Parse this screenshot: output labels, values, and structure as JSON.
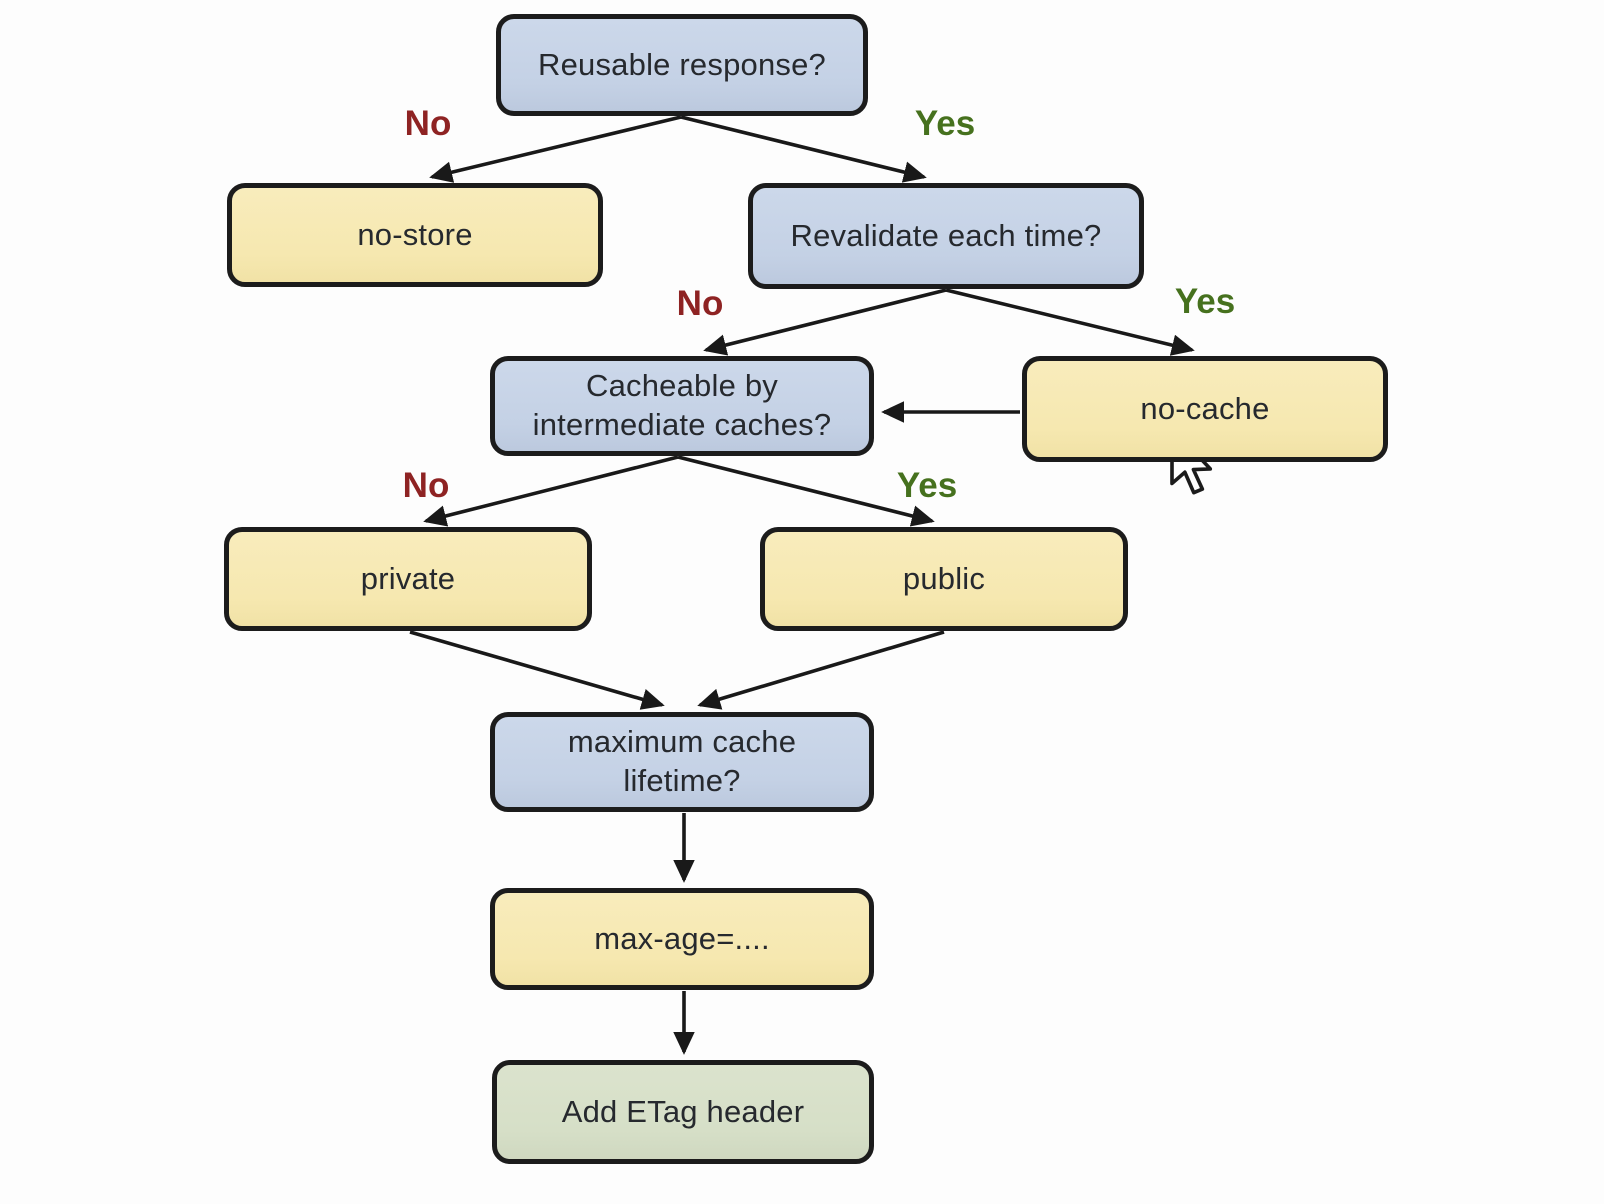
{
  "diagram": {
    "type": "flowchart",
    "nodes": {
      "reusable": {
        "label": "Reusable response?",
        "kind": "question"
      },
      "no_store": {
        "label": "no-store",
        "kind": "directive"
      },
      "revalidate": {
        "label": "Revalidate each time?",
        "kind": "question"
      },
      "cacheable": {
        "label": "Cacheable by\nintermediate caches?",
        "kind": "question"
      },
      "no_cache": {
        "label": "no-cache",
        "kind": "directive"
      },
      "private": {
        "label": "private",
        "kind": "directive"
      },
      "public": {
        "label": "public",
        "kind": "directive"
      },
      "max_lifetime": {
        "label": "maximum cache\nlifetime?",
        "kind": "question"
      },
      "max_age": {
        "label": "max-age=....",
        "kind": "directive"
      },
      "etag": {
        "label": "Add ETag header",
        "kind": "action"
      }
    },
    "edge_labels": {
      "no": "No",
      "yes": "Yes"
    },
    "edges": [
      {
        "from": "reusable",
        "to": "no_store",
        "label": "No"
      },
      {
        "from": "reusable",
        "to": "revalidate",
        "label": "Yes"
      },
      {
        "from": "revalidate",
        "to": "cacheable",
        "label": "No"
      },
      {
        "from": "revalidate",
        "to": "no_cache",
        "label": "Yes"
      },
      {
        "from": "no_cache",
        "to": "cacheable",
        "label": ""
      },
      {
        "from": "cacheable",
        "to": "private",
        "label": "No"
      },
      {
        "from": "cacheable",
        "to": "public",
        "label": "Yes"
      },
      {
        "from": "private",
        "to": "max_lifetime",
        "label": ""
      },
      {
        "from": "public",
        "to": "max_lifetime",
        "label": ""
      },
      {
        "from": "max_lifetime",
        "to": "max_age",
        "label": ""
      },
      {
        "from": "max_age",
        "to": "etag",
        "label": ""
      }
    ],
    "colors": {
      "question_fill": "#c4d1e5",
      "directive_fill": "#f6e8b0",
      "action_fill": "#d6dfc7",
      "node_border": "#1c1c1c",
      "node_text": "#26292e",
      "no_label": "#8e2323",
      "yes_label": "#46711e",
      "arrow": "#191919",
      "background": "#fdfdfd"
    },
    "cursor": {
      "type": "arrow-pointer",
      "near_node": "no_cache"
    }
  }
}
